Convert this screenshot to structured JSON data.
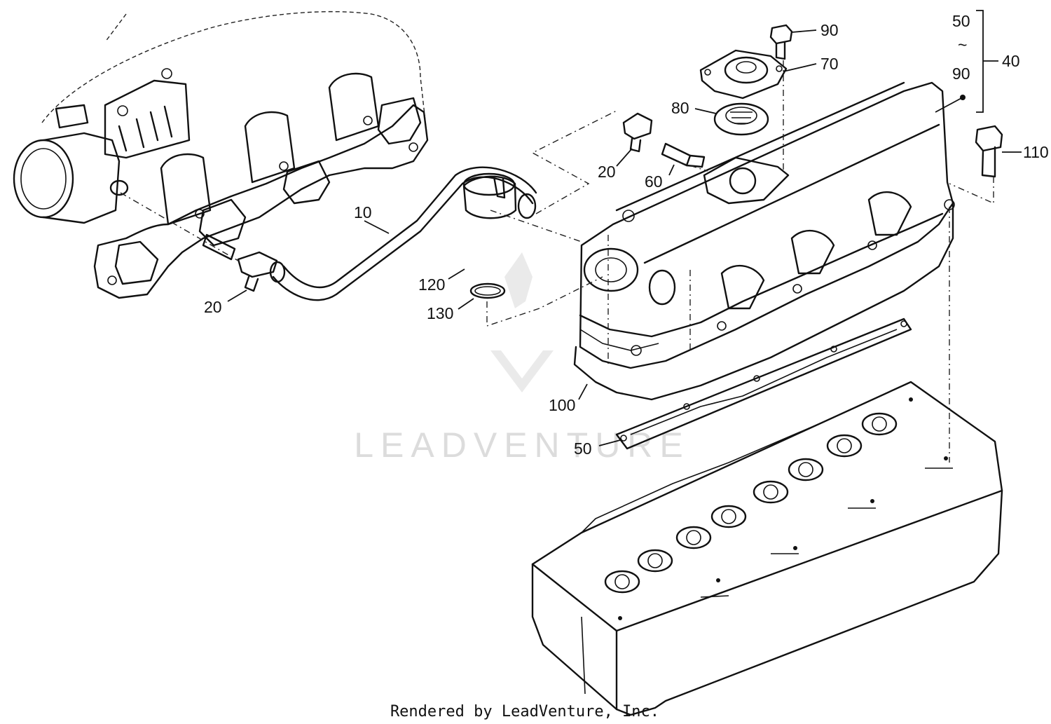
{
  "watermark": {
    "text": "LEADVENTURE"
  },
  "footer": {
    "text": "Rendered by LeadVenture, Inc."
  },
  "callouts": {
    "c10": "10",
    "c20a": "20",
    "c20b": "20",
    "c40": "40",
    "c50_top": "50",
    "c50_tilde": "~",
    "c90_range": "90",
    "c50_gasket": "50",
    "c60": "60",
    "c70": "70",
    "c80": "80",
    "c90_bolt": "90",
    "c100": "100",
    "c110": "110",
    "c120": "120",
    "c130": "130"
  }
}
